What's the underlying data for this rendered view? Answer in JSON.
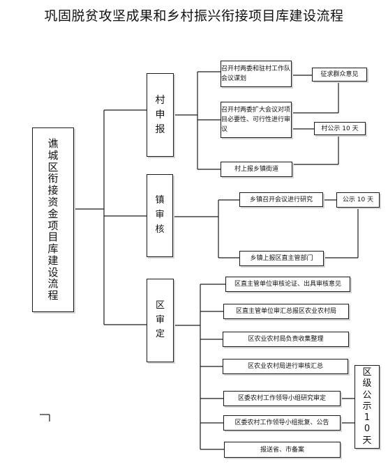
{
  "title": "巩固脱贫攻坚成果和乡村振兴衔接项目库建设流程",
  "root": "谯城区衔接资金项目库建设流程",
  "stages": {
    "village": "村申报",
    "town": "镇审核",
    "district": "区审定"
  },
  "village_steps": {
    "meeting": "召开村两委和驻村工作队会议谋划",
    "expanded_meeting": "召开村两委扩大会议对项目必要性、可行性进行审议",
    "report_town": "村上报乡镇街道"
  },
  "village_side": {
    "opinions": "征求群众意见",
    "publicity": "村公示 10 天"
  },
  "town_steps": {
    "research": "乡镇召开会议进行研究",
    "report_dept": "乡镇上报区直主管部门"
  },
  "town_side": {
    "publicity": "公示 10 天"
  },
  "district_steps": [
    "区直主管单位审核论证、出具审核意见",
    "区直主管单位审汇总报区农业农村局",
    "区农业农村局负责收集整理",
    "区农业农村局进行审核汇总",
    "区委农村工作领导小组研究审定",
    "区委农村工作领导小组批复、公告",
    "报送省、市备案"
  ],
  "district_side": {
    "publicity": "区级公示 10 天"
  }
}
